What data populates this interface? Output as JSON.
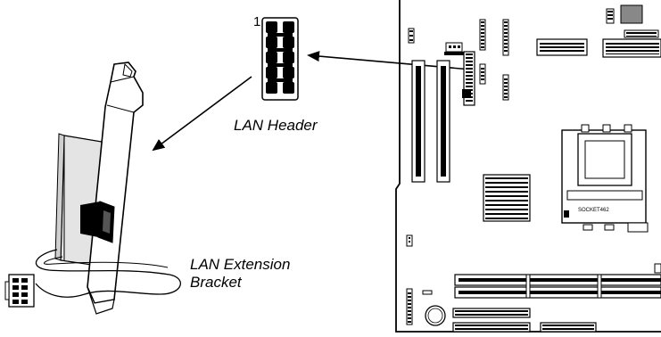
{
  "labels": {
    "pin1": "1",
    "lan_header": "LAN Header",
    "lan_extension": "LAN Extension",
    "bracket": "Bracket",
    "socket": "SOCKET462"
  },
  "colors": {
    "line": "#000000",
    "background": "#ffffff",
    "card_fill": "#e0e0e0",
    "chip_fill": "#bdbdbd"
  }
}
